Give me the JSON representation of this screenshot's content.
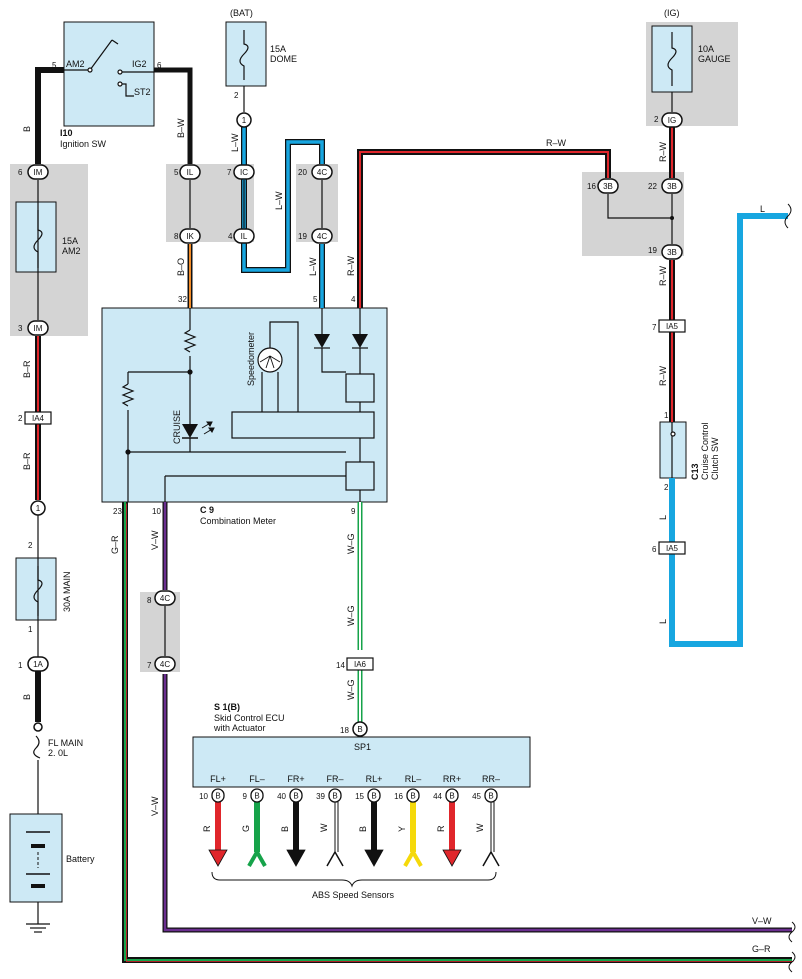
{
  "labels": {
    "bat": "(BAT)",
    "ig": "(IG)",
    "fuse_dome": [
      "15A",
      "DOME"
    ],
    "fuse_gauge": [
      "10A",
      "GAUGE"
    ],
    "fuse_am2": [
      "15A",
      "AM2"
    ],
    "fuse_main": "30A MAIN",
    "fl_main": [
      "FL MAIN",
      "2. 0L"
    ],
    "battery": "Battery",
    "ignition_id": "I10",
    "ignition_name": "Ignition SW",
    "ign_am2": "AM2",
    "ign_ig2": "IG2",
    "ign_st2": "ST2",
    "meter_id": "C 9",
    "meter_name": "Combination Meter",
    "speedometer": "Speedometer",
    "cruise": "CRUISE",
    "ecu_id": "S 1(B)",
    "ecu_name": [
      "Skid Control ECU",
      "with Actuator"
    ],
    "sp1": "SP1",
    "clutch_id": "C13",
    "clutch_name": [
      "Cruise Control",
      "Clutch SW"
    ],
    "abs_sensors": "ABS Speed Sensors"
  },
  "connectors": {
    "IM": "IM",
    "IL": "IL",
    "IK": "IK",
    "IC": "IC",
    "C4": "4C",
    "IG": "IG",
    "B3": "3B",
    "IA4": "IA4",
    "IA5": "IA5",
    "IA6": "IA6",
    "A1": "1A",
    "one": "1",
    "B": "B"
  },
  "wires": {
    "B": "B",
    "BW": "B–W",
    "LW": "L–W",
    "RW": "R–W",
    "BO": "B–O",
    "BR": "B–R",
    "L": "L",
    "VW": "V–W",
    "GR": "G–R",
    "WG": "W–G",
    "R": "R",
    "G": "G",
    "W": "W",
    "Y": "Y"
  },
  "pins": {
    "p1": "1",
    "p2": "2",
    "p3": "3",
    "p4": "4",
    "p5": "5",
    "p6": "6",
    "p7": "7",
    "p8": "8",
    "p9": "9",
    "p10": "10",
    "p14": "14",
    "p15": "15",
    "p16": "16",
    "p18": "18",
    "p19": "19",
    "p20": "20",
    "p22": "22",
    "p23": "23",
    "p32": "32",
    "p39": "39",
    "p40": "40",
    "p44": "44",
    "p45": "45"
  },
  "ecu_terminals": [
    "FL+",
    "FL–",
    "FR+",
    "FR–",
    "RL+",
    "RL–",
    "RR+",
    "RR–"
  ],
  "ecu_pins": [
    "10",
    "9",
    "40",
    "39",
    "15",
    "16",
    "44",
    "45"
  ],
  "ecu_wire_colors": [
    "R",
    "G",
    "B",
    "W",
    "B",
    "Y",
    "R",
    "W"
  ],
  "colors": {
    "light_blue": "#cde9f5",
    "gray": "#d4d4d4",
    "wire_red": "#e0262b",
    "wire_blue": "#17a6e0",
    "wire_purple": "#6a2e8f",
    "wire_green": "#16a34a",
    "wire_orange": "#f28c28",
    "wire_yellow": "#f5d90a"
  }
}
